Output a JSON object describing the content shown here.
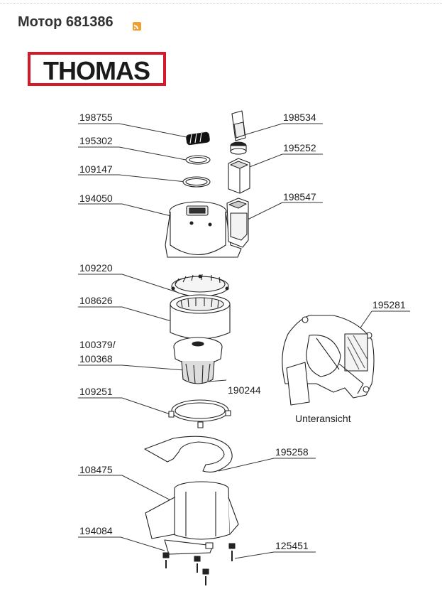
{
  "page": {
    "title": "Мотор 681386"
  },
  "brand": {
    "logo_text": "THOMAS",
    "logo_color": "#d5182a"
  },
  "diagram": {
    "parts": [
      "198755",
      "195302",
      "109147",
      "194050",
      "109220",
      "108626",
      "100379/",
      "100368",
      "109251",
      "108475",
      "194084",
      "198534",
      "195252",
      "198547",
      "195281",
      "190244",
      "195258",
      "125451"
    ],
    "caption": "Unteransicht"
  },
  "icons": {
    "feed": "rss-feed-icon"
  }
}
